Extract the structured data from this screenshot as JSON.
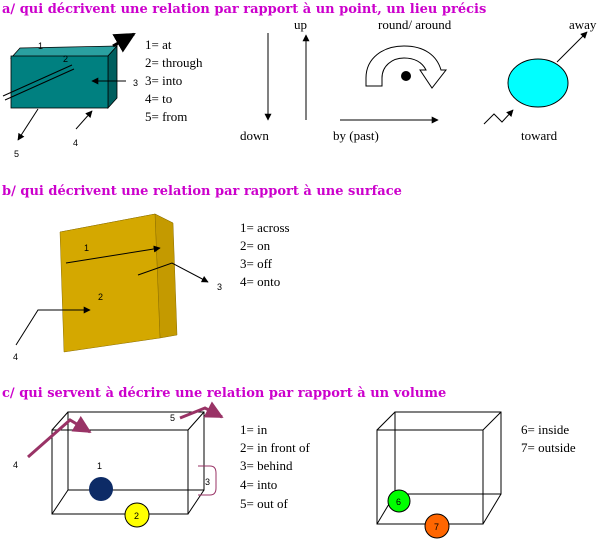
{
  "section_a": {
    "heading": "a/ qui décrivent une relation par rapport à un point, un lieu précis",
    "legend": [
      "1= at",
      "2= through",
      "3= into",
      "4= to",
      "5= from"
    ],
    "diagram_numbers": [
      "1",
      "2",
      "3",
      "4",
      "5"
    ],
    "down": "down",
    "up": "up",
    "round_around": "round/ around",
    "by_past": "by (past)",
    "away": "away",
    "toward": "toward"
  },
  "section_b": {
    "heading": "b/ qui décrivent une relation par rapport à une surface",
    "legend": [
      "1= across",
      "2= on",
      "3= off",
      "4= onto"
    ],
    "diagram_numbers": [
      "1",
      "2",
      "3",
      "4"
    ]
  },
  "section_c": {
    "heading": "c/ qui servent à décrire une relation par rapport à un volume",
    "legend_left": [
      "1= in",
      "2= in front of",
      "3= behind",
      "4= into",
      "5= out of"
    ],
    "legend_right": [
      "6= inside",
      "7= outside"
    ],
    "diagram_numbers": [
      "1",
      "2",
      "3",
      "4",
      "5",
      "6",
      "7"
    ]
  },
  "colors": {
    "heading": "#cc00cc",
    "teal_box": "#008080",
    "gold_box": "#d4a800",
    "cyan_ellipse": "#00ffff",
    "maroon_arrow": "#993366",
    "ball_navy": "#0d2b66",
    "ball_yellow": "#ffff00",
    "ball_green": "#00ff00",
    "ball_orange": "#ff6600"
  }
}
